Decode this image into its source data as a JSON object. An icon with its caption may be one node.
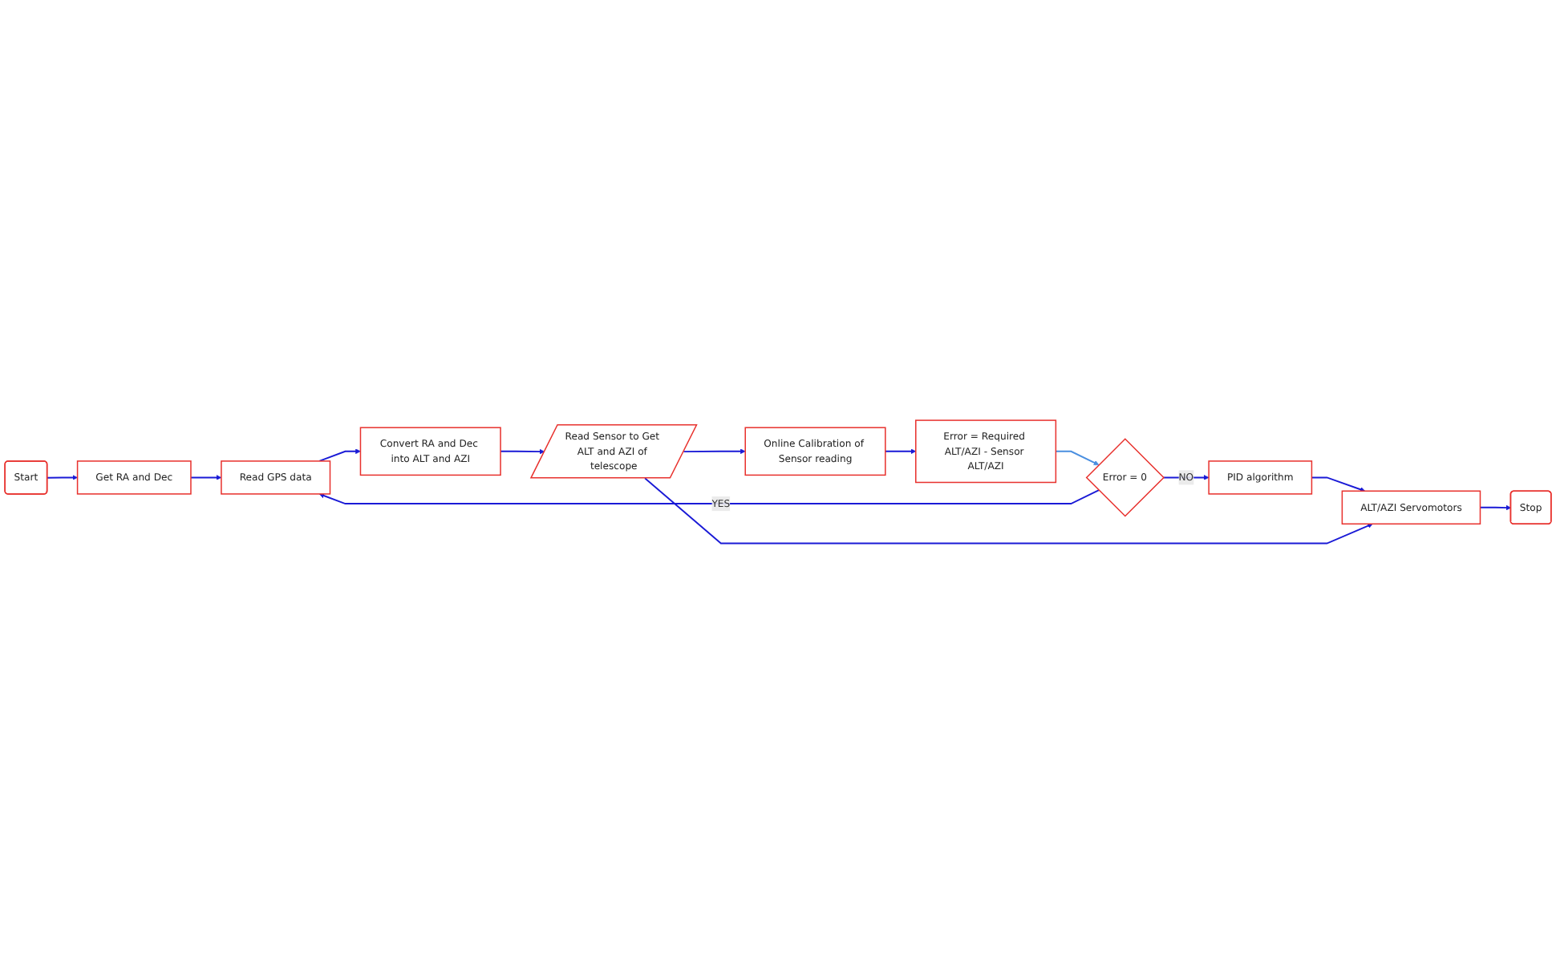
{
  "diagram": {
    "nodes": [
      {
        "text": [
          "Start"
        ]
      },
      {
        "text": [
          "Get RA and Dec"
        ]
      },
      {
        "text": [
          "Read GPS data"
        ]
      },
      {
        "text": [
          "Convert RA and Dec into ALT and AZI"
        ]
      },
      {
        "text": [
          "Read Sensor to Get ALT and AZI of telescope"
        ]
      },
      {
        "text": [
          "Online Calibration of Sensor reading"
        ]
      },
      {
        "text": [
          "Error = Required ALT/AZI - Sensor ALT/AZI"
        ]
      },
      {
        "text": [
          "Error = 0"
        ]
      },
      {
        "text": [
          "PID algorithm"
        ]
      },
      {
        "text": [
          "ALT/AZI Servomotors"
        ]
      },
      {
        "text": [
          "Stop"
        ]
      }
    ],
    "edges": [
      {
        "from": 0,
        "to": 1,
        "arrow": "to"
      },
      {
        "from": 1,
        "to": 2,
        "arrow": "to"
      },
      {
        "from": 2,
        "to": 3,
        "arrow": "to"
      },
      {
        "from": 3,
        "to": 4,
        "arrow": "to"
      },
      {
        "from": 4,
        "to": 5,
        "arrow": "to"
      },
      {
        "from": 5,
        "to": 6,
        "arrow": "to"
      },
      {
        "from": 6,
        "to": 7,
        "arrow": "to",
        "color": "#4a8fe0"
      },
      {
        "from": 7,
        "to": 2,
        "arrow": "to",
        "label": "YES"
      },
      {
        "from": 7,
        "to": 8,
        "arrow": "to",
        "label": "NO"
      },
      {
        "from": 8,
        "to": 9,
        "arrow": "to"
      },
      {
        "from": 9,
        "to": 10,
        "arrow": "to"
      },
      {
        "from": 4,
        "to": 9,
        "arrow": "to"
      }
    ]
  }
}
